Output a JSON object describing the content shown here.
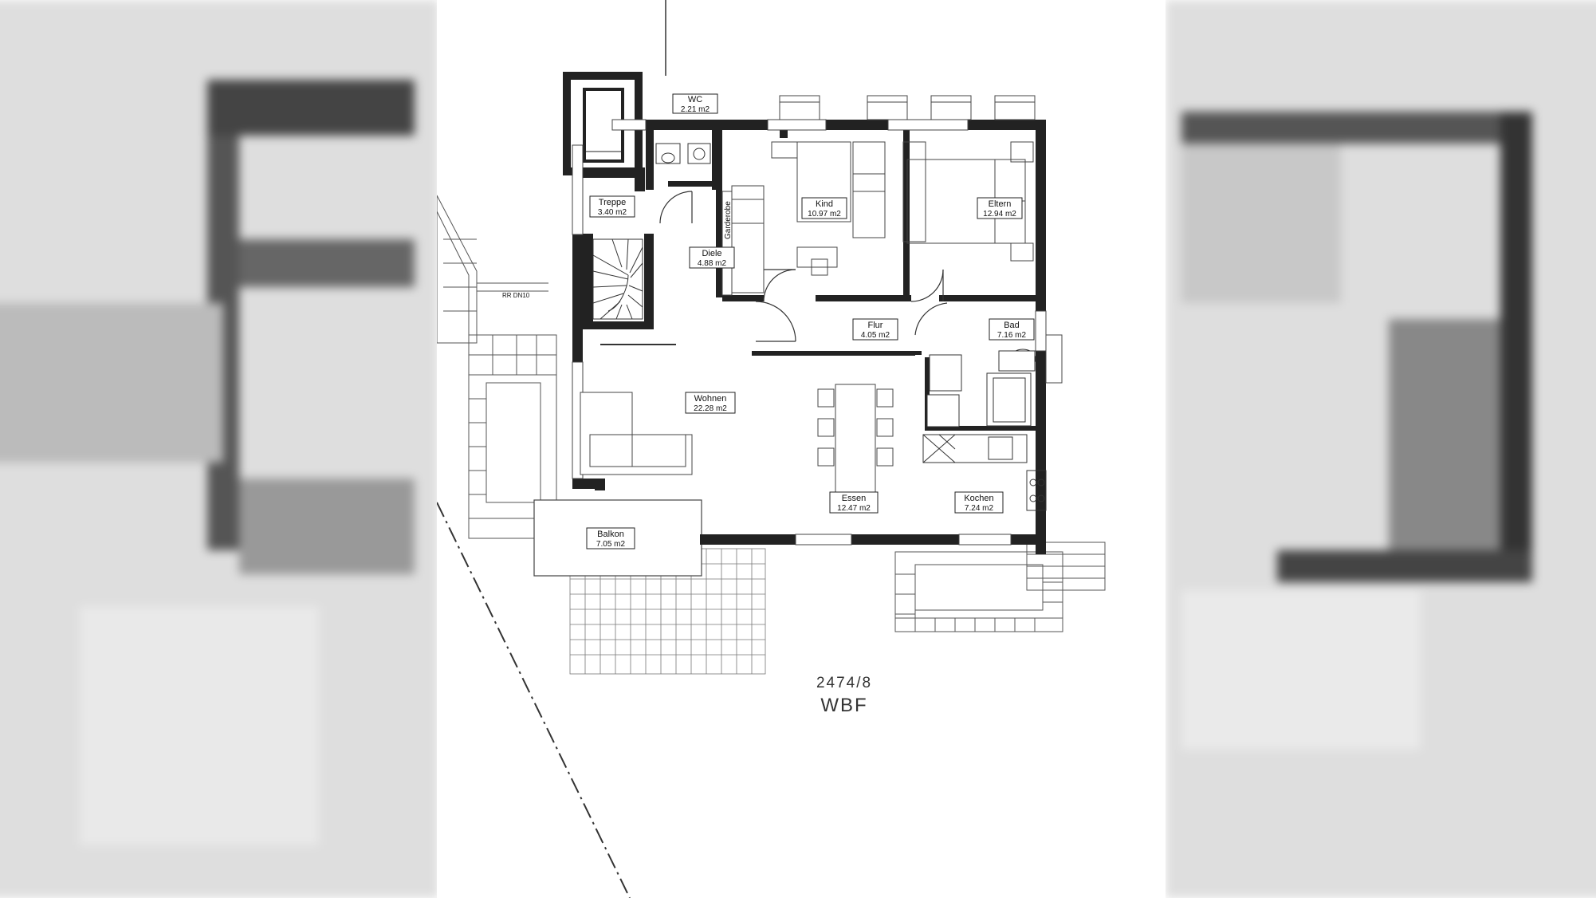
{
  "rooms": [
    {
      "name": "WC",
      "area": "2.21 m2"
    },
    {
      "name": "Treppe",
      "area": "3.40 m2"
    },
    {
      "name": "Kind",
      "area": "10.97 m2"
    },
    {
      "name": "Eltern",
      "area": "12.94 m2"
    },
    {
      "name": "Diele",
      "area": "4.88 m2"
    },
    {
      "name": "Flur",
      "area": "4.05 m2"
    },
    {
      "name": "Bad",
      "area": "7.16 m2"
    },
    {
      "name": "Wohnen",
      "area": "22.28 m2"
    },
    {
      "name": "Essen",
      "area": "12.47 m2"
    },
    {
      "name": "Kochen",
      "area": "7.24 m2"
    },
    {
      "name": "Balkon",
      "area": "7.05 m2"
    }
  ],
  "garderobe": "Garderobe",
  "pipe_note": "RR DN10",
  "lot": {
    "number": "2474/8",
    "code": "WBF"
  }
}
